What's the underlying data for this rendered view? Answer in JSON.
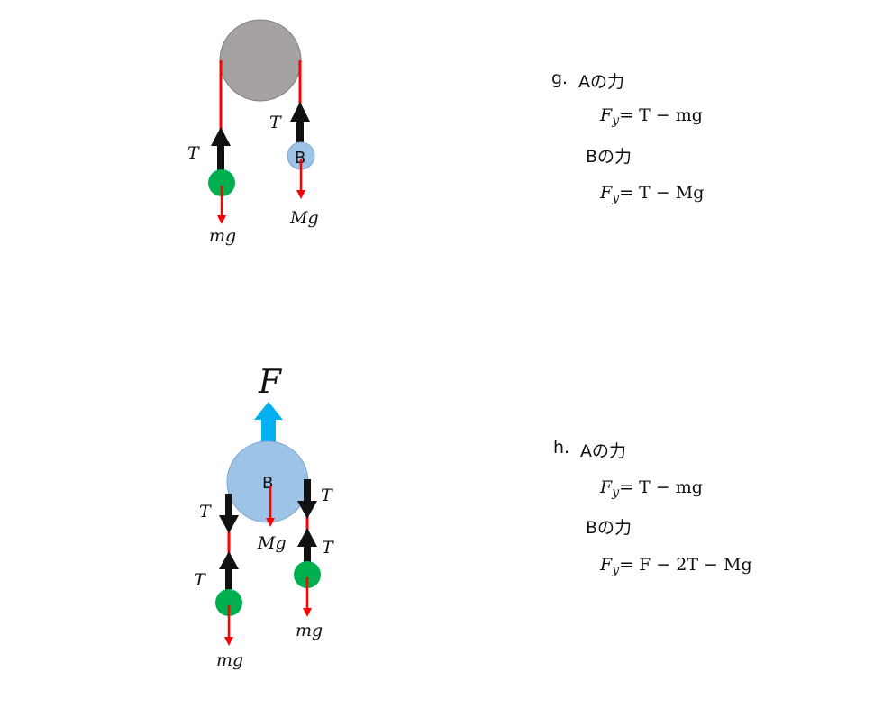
{
  "problem_g": {
    "label": "g.",
    "a_heading": "Aの力",
    "a_eq_lhs": "F",
    "a_eq_sub": "y",
    "a_eq_rhs": "= T − mg",
    "b_heading": "Bの力",
    "b_eq_lhs": "F",
    "b_eq_sub": "y",
    "b_eq_rhs": "= T − Mg"
  },
  "problem_h": {
    "label": "h.",
    "a_heading": "Aの力",
    "a_eq_lhs": "F",
    "a_eq_sub": "y",
    "a_eq_rhs": "= T − mg",
    "b_heading": "Bの力",
    "b_eq_lhs": "F",
    "b_eq_sub": "y",
    "b_eq_rhs": "= F − 2T − Mg"
  },
  "diagram_g": {
    "tension_left": "T",
    "tension_right": "T",
    "block_b_label": "B",
    "weight_small": "mg",
    "weight_large": "Mg"
  },
  "diagram_h": {
    "applied_force": "F",
    "block_b_label": "B",
    "weight_b": "Mg",
    "tension_top_left": "T",
    "tension_top_right": "T",
    "tension_right_up": "T",
    "tension_left_up": "T",
    "weight_left": "mg",
    "weight_right": "mg"
  },
  "colors": {
    "pulley_gray": "#a6a2a2",
    "block_blue": "#9dc3e6",
    "mass_green": "#00b050",
    "rope_red": "#ff0000",
    "tension_black": "#111111",
    "force_cyan": "#00b0f0"
  }
}
